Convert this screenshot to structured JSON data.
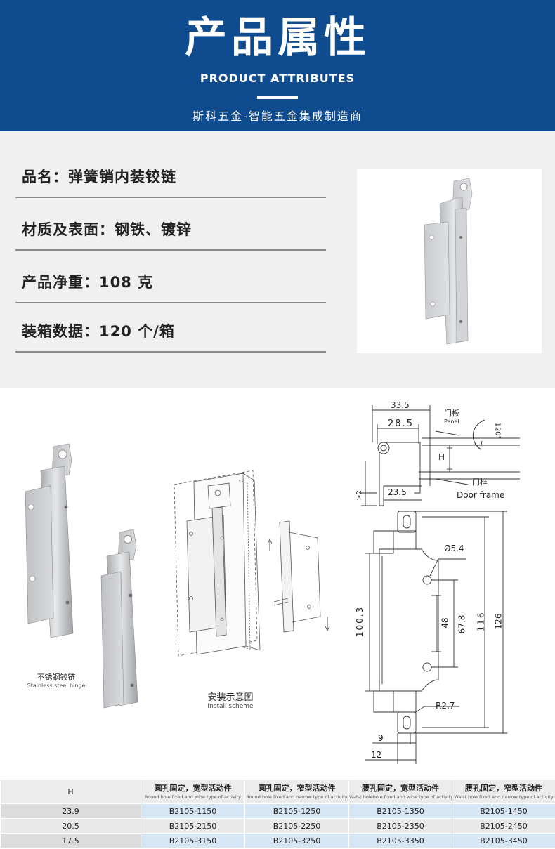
{
  "header": {
    "title": "产品属性",
    "subtitle": "PRODUCT ATTRIBUTES",
    "tagline": "斯科五金-智能五金集成制造商",
    "background": "#0f4c8f"
  },
  "attributes": [
    {
      "label": "品名：弹簧销内装铰链"
    },
    {
      "label": "材质及表面：钢铁、镀锌"
    },
    {
      "label": "产品净重：108 克"
    },
    {
      "label": "装箱数据：120 个/箱"
    }
  ],
  "captions": {
    "stainless_zh": "不锈钢铰链",
    "stainless_en": "Stainless steel hinge",
    "install_zh": "安装示意图",
    "install_en": "Install scheme"
  },
  "drawing": {
    "dim_33_5": "33.5",
    "dim_28_5": "28.5",
    "panel_zh": "门板",
    "panel_en": "Panel",
    "angle": "120°",
    "dim_H": "H",
    "dim_gt2": ">2",
    "dim_23_5": "23.5",
    "frame_zh": "门框",
    "frame_en": "Door frame",
    "dim_hole": "Ø5.4",
    "dim_100_3": "100.3",
    "dim_48": "48",
    "dim_67_8": "67.8",
    "dim_116": "116",
    "dim_126": "126",
    "dim_r27": "R2.7",
    "dim_9": "9",
    "dim_12": "12"
  },
  "table": {
    "h_label": "H",
    "columns": [
      {
        "zh": "圆孔固定，宽型活动件",
        "en": "Round hole fixed and wide type of activity"
      },
      {
        "zh": "圆孔固定，窄型活动件",
        "en": "Round hole fixed and narrow type of activity"
      },
      {
        "zh": "腰孔固定，宽型活动件",
        "en": "Waist holehole fixed and wide type of activity"
      },
      {
        "zh": "腰孔固定，窄型活动件",
        "en": "Waist hole fixed and narrow type of activity"
      }
    ],
    "rows": [
      {
        "h": "23.9",
        "codes": [
          "B2105-1150",
          "B2105-1250",
          "B2105-1350",
          "B2105-1450"
        ]
      },
      {
        "h": "20.5",
        "codes": [
          "B2105-2150",
          "B2105-2250",
          "B2105-2350",
          "B2105-2450"
        ]
      },
      {
        "h": "17.5",
        "codes": [
          "B2105-3150",
          "B2105-3250",
          "B2105-3350",
          "B2105-3450"
        ]
      }
    ]
  }
}
